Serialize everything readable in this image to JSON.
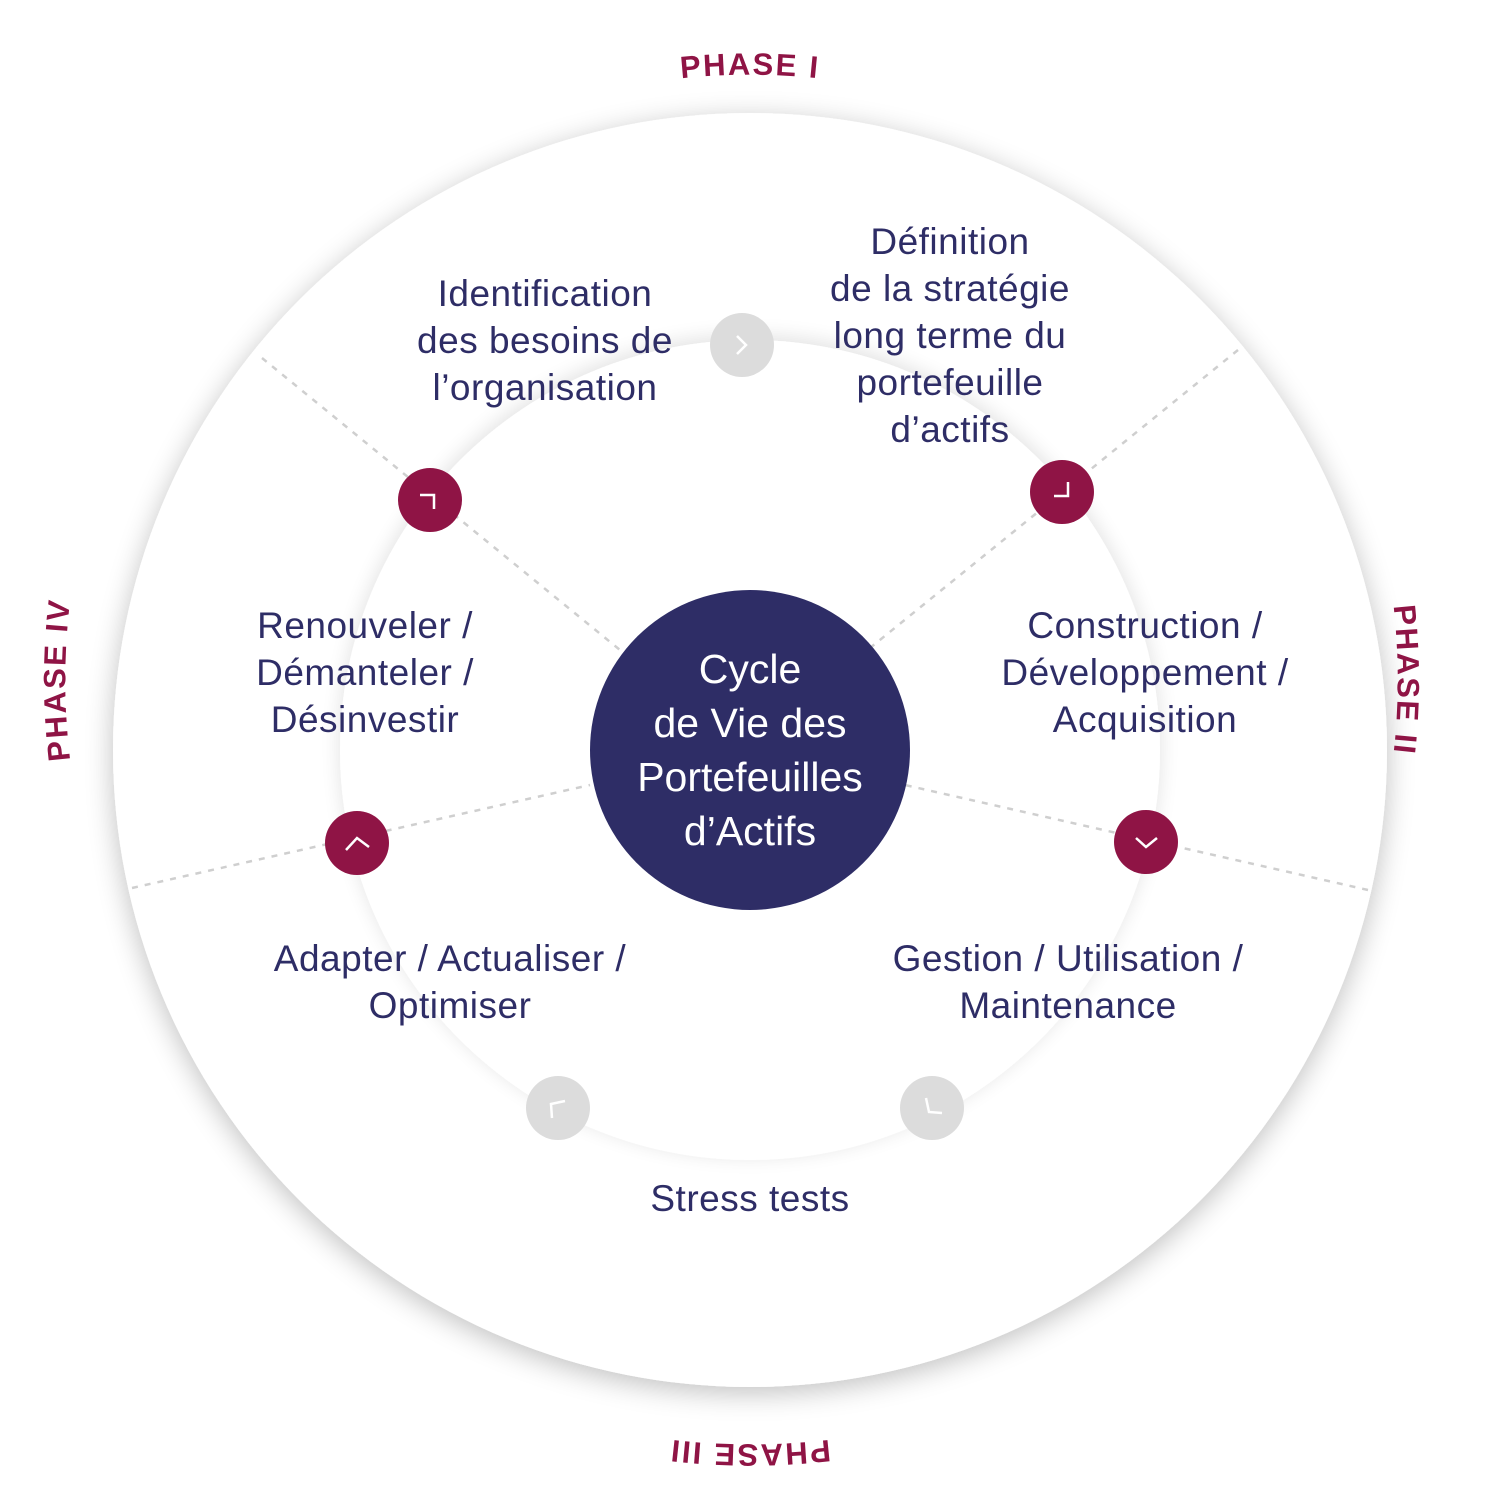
{
  "center": {
    "title": "Cycle\nde Vie des\nPortefeuilles\nd’Actifs"
  },
  "phases": [
    "PHASE I",
    "PHASE II",
    "PHASE III",
    "PHASE IV"
  ],
  "steps": {
    "identification": "Identification\ndes besoins de\nl’organisation",
    "definition": "Définition\nde la stratégie\nlong terme du\nportefeuille\nd’actifs",
    "construction": "Construction /\nDéveloppement /\nAcquisition",
    "gestion": "Gestion / Utilisation /\nMaintenance",
    "stress": "Stress tests",
    "adapter": "Adapter / Actualiser /\nOptimiser",
    "renouveler": "Renouveler /\nDémanteler /\nDésinvestir"
  },
  "colors": {
    "navy": "#2e2d66",
    "crimson": "#8f1445",
    "grey_node": "#dcdcdc",
    "ring": "#ffffff"
  },
  "icons": [
    "chevron-icon"
  ]
}
